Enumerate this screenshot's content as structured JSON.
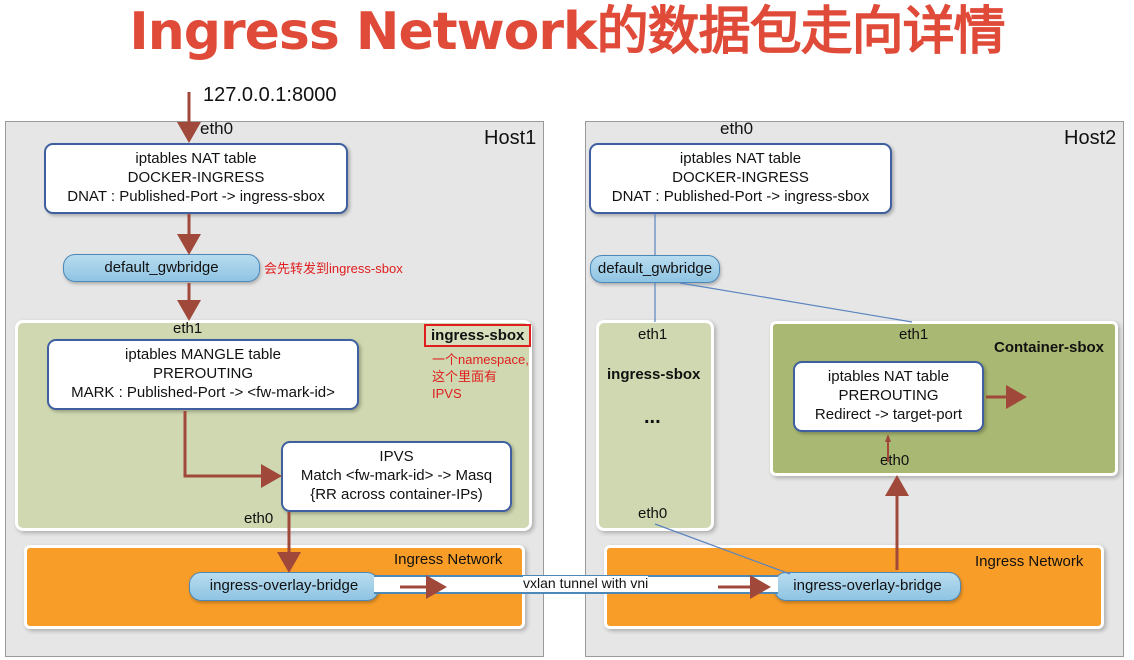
{
  "title": "Ingress Network的数据包走向详情",
  "entry_address": "127.0.0.1:8000",
  "host1": {
    "label": "Host1",
    "eth0_top": "eth0",
    "nat_box": {
      "line1": "iptables NAT table",
      "line2": "DOCKER-INGRESS",
      "line3": "DNAT : Published-Port -> ingress-sbox"
    },
    "gwbridge": "default_gwbridge",
    "gwbridge_note": "会先转发到ingress-sbox",
    "sbox": {
      "eth1": "eth1",
      "label": "ingress-sbox",
      "note_line1": "一个namespace,",
      "note_line2": "这个里面有",
      "note_line3": "IPVS",
      "mangle_box": {
        "line1": "iptables MANGLE table",
        "line2": "PREROUTING",
        "line3": "MARK : Published-Port -> <fw-mark-id>"
      },
      "ipvs_box": {
        "line1": "IPVS",
        "line2": "Match <fw-mark-id> -> Masq",
        "line3": "{RR across container-IPs)"
      },
      "eth0": "eth0"
    },
    "ingress_network": {
      "label": "Ingress Network",
      "bridge": "ingress-overlay-bridge"
    }
  },
  "tunnel_label": "vxlan tunnel with vni",
  "host2": {
    "label": "Host2",
    "eth0_top": "eth0",
    "nat_box": {
      "line1": "iptables NAT table",
      "line2": "DOCKER-INGRESS",
      "line3": "DNAT : Published-Port -> ingress-sbox"
    },
    "gwbridge": "default_gwbridge",
    "sbox": {
      "eth1": "eth1",
      "label": "ingress-sbox",
      "dots": "...",
      "eth0": "eth0"
    },
    "container": {
      "eth1": "eth1",
      "label": "Container-sbox",
      "nat_box": {
        "line1": "iptables NAT table",
        "line2": "PREROUTING",
        "line3": "Redirect -> target-port"
      },
      "eth0": "eth0"
    },
    "ingress_network": {
      "label": "Ingress Network",
      "bridge": "ingress-overlay-bridge"
    }
  },
  "colors": {
    "title": "#e04a38",
    "arrow": "#a0493a",
    "note": "#e01e1e",
    "orange": "#f99d29",
    "green": "#cfd8b0",
    "green_dark": "#a9b872"
  }
}
